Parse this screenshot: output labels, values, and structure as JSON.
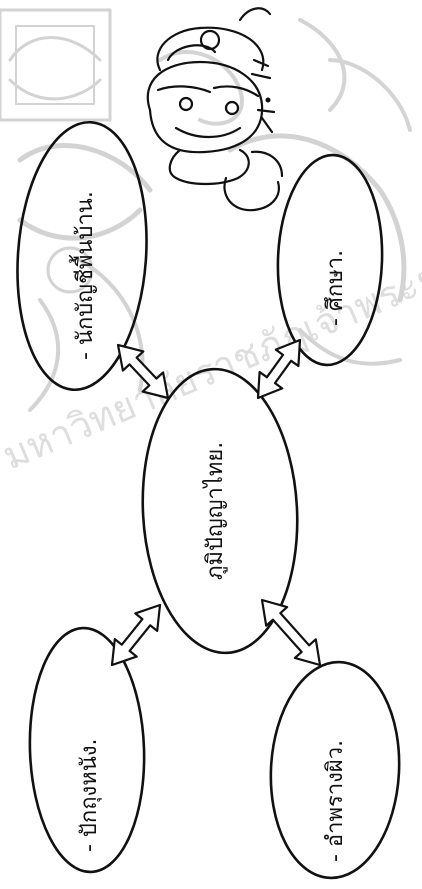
{
  "watermark": {
    "text": "มหาวิทยาลัยราชภัฏเจ้าพระยา",
    "color": "#cfcfcf"
  },
  "diagram": {
    "center": {
      "text": "ภูมิปัญญาไทย."
    },
    "nodes": [
      {
        "id": "top-left",
        "text": "- นักบัญชีพื้นบ้าน."
      },
      {
        "id": "top-right",
        "text": "- ศึกษา."
      },
      {
        "id": "bottom-left",
        "text": "- ปักถุงหนัง."
      },
      {
        "id": "bottom-right",
        "text": "- อำพรางผิว."
      }
    ]
  },
  "ink_color": "#111111"
}
